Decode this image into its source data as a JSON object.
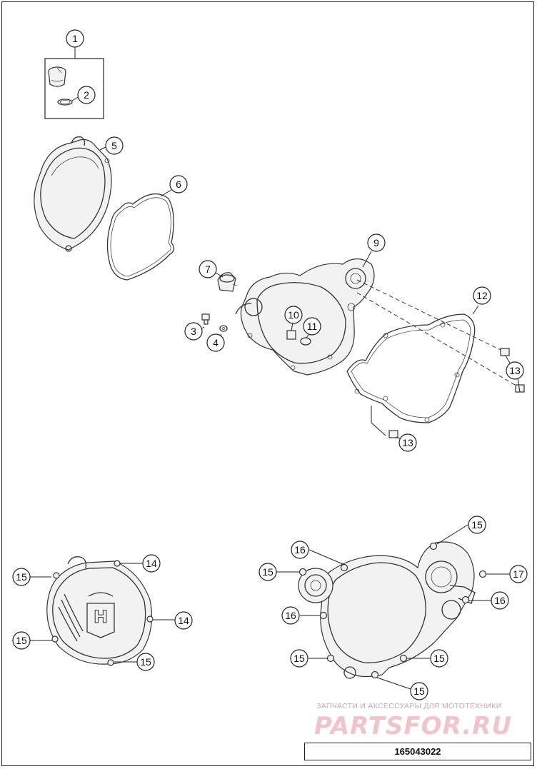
{
  "callouts": [
    {
      "id": "c1",
      "label": "1"
    },
    {
      "id": "c2",
      "label": "2"
    },
    {
      "id": "c3",
      "label": "3"
    },
    {
      "id": "c4",
      "label": "4"
    },
    {
      "id": "c5",
      "label": "5"
    },
    {
      "id": "c6",
      "label": "6"
    },
    {
      "id": "c7",
      "label": "7"
    },
    {
      "id": "c9",
      "label": "9"
    },
    {
      "id": "c10",
      "label": "10"
    },
    {
      "id": "c11",
      "label": "11"
    },
    {
      "id": "c12",
      "label": "12"
    },
    {
      "id": "c13a",
      "label": "13"
    },
    {
      "id": "c13b",
      "label": "13"
    },
    {
      "id": "c14a",
      "label": "14"
    },
    {
      "id": "c14b",
      "label": "14"
    },
    {
      "id": "c15a",
      "label": "15"
    },
    {
      "id": "c15b",
      "label": "15"
    },
    {
      "id": "c15c",
      "label": "15"
    },
    {
      "id": "c15d",
      "label": "15"
    },
    {
      "id": "c15e",
      "label": "15"
    },
    {
      "id": "c15f",
      "label": "15"
    },
    {
      "id": "c15g",
      "label": "15"
    },
    {
      "id": "c15h",
      "label": "15"
    },
    {
      "id": "c16a",
      "label": "16"
    },
    {
      "id": "c16b",
      "label": "16"
    },
    {
      "id": "c16c",
      "label": "16"
    },
    {
      "id": "c17",
      "label": "17"
    }
  ],
  "watermark": {
    "tagline": "ЗАПЧАСТИ И АКСЕССУАРЫ ДЛЯ МОТОТЕХНИКИ",
    "brand": "PARTSFOR.RU"
  },
  "diagram_code": "165043022",
  "logo": {
    "letter": "H"
  },
  "colors": {
    "line": "#222222",
    "watermark": "#f1c4c8"
  }
}
